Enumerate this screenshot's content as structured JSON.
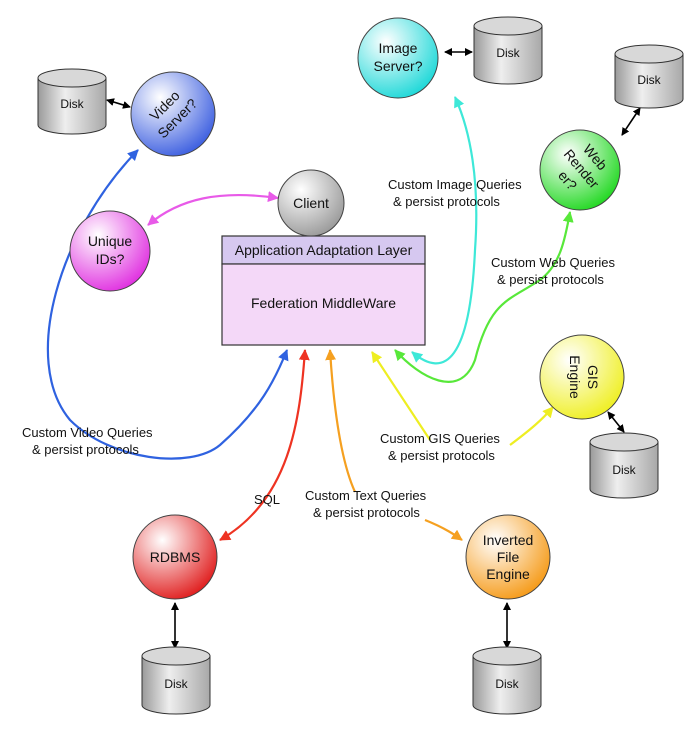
{
  "nodes": {
    "client": {
      "label": "Client",
      "color": "#cfcfcf"
    },
    "video_server": {
      "lines": [
        "Video",
        "Server?"
      ],
      "color": "#6f8fef"
    },
    "image_server": {
      "lines": [
        "Image",
        "Server?"
      ],
      "color": "#4fe8e8"
    },
    "web_render": {
      "lines": [
        "Web",
        "Render",
        "er?"
      ],
      "color": "#4fe84f"
    },
    "unique_ids": {
      "lines": [
        "Unique",
        "IDs?"
      ],
      "color": "#f05ef0"
    },
    "gis_engine": {
      "lines": [
        "GIS",
        "Engine"
      ],
      "color": "#f7f74f"
    },
    "rdbms": {
      "label": "RDBMS",
      "color": "#ef4a4a"
    },
    "inverted_file": {
      "lines": [
        "Inverted",
        "File",
        "Engine"
      ],
      "color": "#f9b24a"
    }
  },
  "middleware": {
    "header": "Application Adaptation Layer",
    "body": "Federation MiddleWare",
    "header_color": "#d6c8f0",
    "body_color": "#f4d8f8"
  },
  "disk_label": "Disk",
  "edge_labels": {
    "image": [
      "Custom Image Queries",
      "& persist protocols"
    ],
    "web": [
      "Custom Web Queries",
      "& persist protocols"
    ],
    "video": [
      "Custom Video Queries",
      "& persist protocols"
    ],
    "gis": [
      "Custom GIS Queries",
      "& persist protocols"
    ],
    "sql": "SQL",
    "text": [
      "Custom Text Queries",
      "& persist protocols"
    ]
  },
  "edge_colors": {
    "client": "#e85ae8",
    "video": "#2f62e0",
    "image": "#3ee8d8",
    "web": "#58e83a",
    "gis": "#eeee22",
    "sql": "#ee3322",
    "text": "#f5a020"
  }
}
